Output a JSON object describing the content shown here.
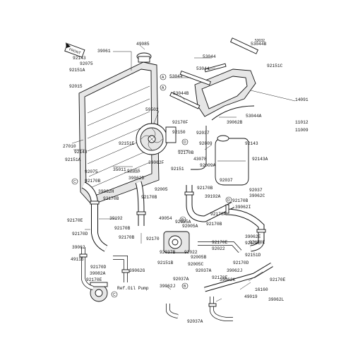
{
  "diagram_code": "53032",
  "front_marker": "FRONT",
  "ref_note": "Ref.Oil Pump",
  "circle_refs": [
    "A",
    "A",
    "B",
    "B",
    "C",
    "C",
    "D",
    "D"
  ],
  "parts": {
    "p39061": "39061",
    "p49085": "49085",
    "p92143a": "92143",
    "p92075a": "92075",
    "p92151a": "92151A",
    "p92015": "92015",
    "p53044": "53044",
    "p53044b": "53044B",
    "p92151c": "92151C",
    "p53044_2": "53044",
    "p53044_3": "53044",
    "p53044b_2": "53044B",
    "p14091": "14091",
    "p59502": "59502",
    "p92170f": "92170F",
    "p92150": "92150",
    "p53044a": "53044A",
    "p11012": "11012",
    "p11009": "11009",
    "p39062b": "39062B",
    "p92037a": "92037",
    "p27010": "27010",
    "p92143b": "92143",
    "p92151e": "92151E",
    "p92009": "92009",
    "p92143c": "92143",
    "p92151a2": "92151A",
    "p92075b": "92075",
    "p92170b_1": "92170B",
    "p43078": "43078",
    "p39062f": "39062F",
    "p92151_1": "92151",
    "p92009a": "92009A",
    "p92143a_2": "92143A",
    "p35011": "35011",
    "p92055": "92055",
    "p39062d": "39062D",
    "p92005": "92005",
    "p92170b_2": "92170B",
    "p92037b": "92037",
    "p92037c": "92037",
    "p39062c": "39062C",
    "p92170b_3": "92170B",
    "p39062h": "39062H",
    "p92170b_4": "92170B",
    "p92170b_5": "92170B",
    "p39192a": "39192A",
    "p39062i": "39062I",
    "p39192": "39192",
    "p92170a": "92170A",
    "p49054": "49054",
    "p92055a": "92055A",
    "p92005a": "92005A",
    "p92170b_6": "92170B",
    "p39062e": "39062E",
    "p92170e_1": "92170E",
    "p92170b_7": "92170B",
    "p92170d": "92170D",
    "p39062": "39062",
    "p92170b_8": "92170B",
    "p92170": "92170",
    "p92037b_2": "92037B",
    "p92022": "92022",
    "p92022b": "92022",
    "p92151d": "92151D",
    "p49116": "49116",
    "p92151b": "92151B",
    "p92005b": "92005B",
    "p92170e_2": "92170E",
    "p92170d_2": "92170D",
    "p39062g": "39062G",
    "p92037a_2": "92037A",
    "p39062j": "39062J",
    "p92005c": "92005C",
    "p39082a": "39082A",
    "p92170e_3": "92170E",
    "p92037a_3": "92037A",
    "p39062k": "39062K",
    "p16160": "16160",
    "p92170e_4": "92170E",
    "p39062j_2": "39062J",
    "p92170e_5": "92170E",
    "p49019": "49019",
    "p39062l": "39062L",
    "p92037a_4": "92037A",
    "p92170e_6": "92170E"
  }
}
